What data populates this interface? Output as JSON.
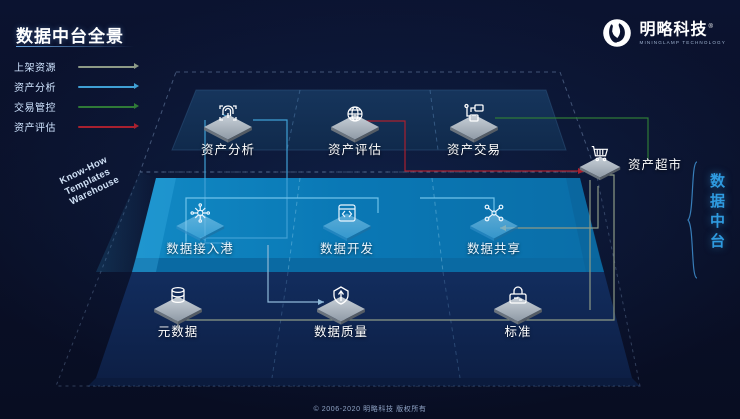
{
  "page": {
    "title": "数据中台全景",
    "background_color": "#0a1128"
  },
  "legend": {
    "items": [
      {
        "label": "上架资源",
        "color": "#8d9a86"
      },
      {
        "label": "资产分析",
        "color": "#3f9fd4"
      },
      {
        "label": "交易管控",
        "color": "#2f7a37"
      },
      {
        "label": "资产评估",
        "color": "#a8202f"
      }
    ]
  },
  "logo": {
    "icon": "mininglamp-logo-icon",
    "name_cn": "明略科技",
    "registered_mark": "®",
    "name_en": "MININGLAMP TECHNOLOGY"
  },
  "diagram": {
    "side_label_en": [
      "Know-How",
      "Templates",
      "Warehouse"
    ],
    "side_label_cn": [
      "数",
      "据",
      "中",
      "台"
    ],
    "layers": [
      {
        "name": "top-layer",
        "color": "#123055",
        "nodes": [
          {
            "id": "asset-analysis",
            "label": "资产分析",
            "icon": "fingerprint-analysis-icon"
          },
          {
            "id": "asset-valuation",
            "label": "资产评估",
            "icon": "globe-grid-icon"
          },
          {
            "id": "asset-trading",
            "label": "资产交易",
            "icon": "network-exchange-icon"
          }
        ]
      },
      {
        "name": "middle-layer",
        "color": "#0b77b4",
        "nodes": [
          {
            "id": "data-ingest-port",
            "label": "数据接入港",
            "icon": "data-hub-icon"
          },
          {
            "id": "data-development",
            "label": "数据开发",
            "icon": "code-window-icon"
          },
          {
            "id": "data-sharing",
            "label": "数据共享",
            "icon": "share-nodes-icon"
          }
        ]
      },
      {
        "name": "bottom-layer",
        "color": "#0f2450",
        "nodes": [
          {
            "id": "metadata",
            "label": "元数据",
            "icon": "database-icon"
          },
          {
            "id": "data-quality",
            "label": "数据质量",
            "icon": "quality-shield-icon"
          },
          {
            "id": "standards",
            "label": "标准",
            "icon": "standard-lock-icon"
          }
        ]
      }
    ],
    "market_node": {
      "id": "asset-market",
      "label": "资产超市",
      "icon": "shopping-cart-icon"
    }
  },
  "footer": {
    "copyright": "© 2006-2020 明略科技 版权所有"
  }
}
